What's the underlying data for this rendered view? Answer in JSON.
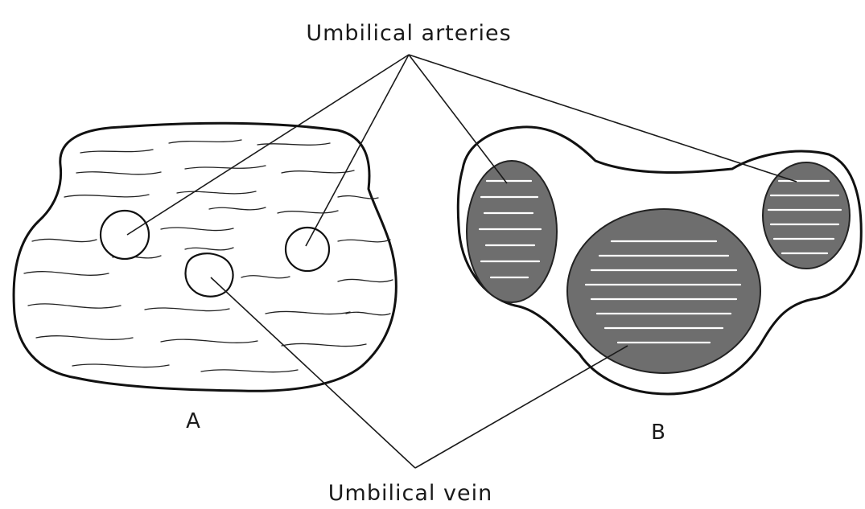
{
  "labels": {
    "arteries": "Umbilical arteries",
    "vein": "Umbilical vein",
    "panel_a": "A",
    "panel_b": "B"
  },
  "structures": {
    "cord_a": {
      "arteries": 2,
      "veins": 1
    },
    "cord_b": {
      "arteries": 2,
      "veins": 1
    }
  }
}
